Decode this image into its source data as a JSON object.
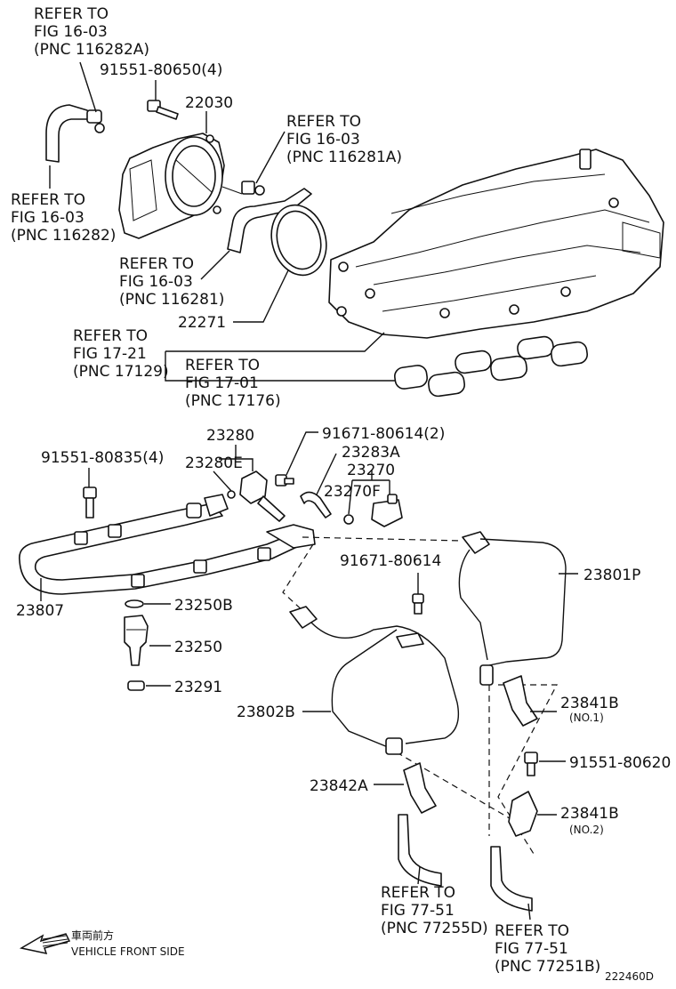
{
  "labels": {
    "ref_top1": [
      "REFER TO",
      "FIG 16-03",
      "(PNC 116282A)"
    ],
    "bolt_top": "91551-80650(4)",
    "p22030": "22030",
    "ref_top2": [
      "REFER TO",
      "FIG 16-03",
      "(PNC 116281A)"
    ],
    "ref_left1": [
      "REFER TO",
      "FIG 16-03",
      "(PNC 116282)"
    ],
    "ref_mid1": [
      "REFER TO",
      "FIG 16-03",
      "(PNC 116281)"
    ],
    "p22271": "22271",
    "ref_fig17_21": [
      "REFER TO",
      "FIG 17-21",
      "(PNC 17129)"
    ],
    "ref_fig17_01": [
      "REFER TO",
      "FIG 17-01",
      "(PNC 17176)"
    ],
    "p23280": "23280",
    "p23280e": "23280E",
    "bolt_2": "91671-80614(2)",
    "p23283a": "23283A",
    "p23270": "23270",
    "p23270f": "23270F",
    "bolt_4": "91551-80835(4)",
    "p23807": "23807",
    "bolt_single": "91671-80614",
    "p23801p": "23801P",
    "p23250b": "23250B",
    "p23250": "23250",
    "p23291": "23291",
    "p23802b": "23802B",
    "p23841b_1": "23841B",
    "no1": "(NO.1)",
    "bolt_620": "91551-80620",
    "p23842a": "23842A",
    "p23841b_2": "23841B",
    "no2": "(NO.2)",
    "ref_fig77_d": [
      "REFER TO",
      "FIG 77-51",
      "(PNC 77255D)"
    ],
    "ref_fig77_b": [
      "REFER TO",
      "FIG 77-51",
      "(PNC 77251B)"
    ],
    "front_jp": "車両前方",
    "front_en": "VEHICLE FRONT SIDE",
    "diagram_id": "222460D"
  }
}
